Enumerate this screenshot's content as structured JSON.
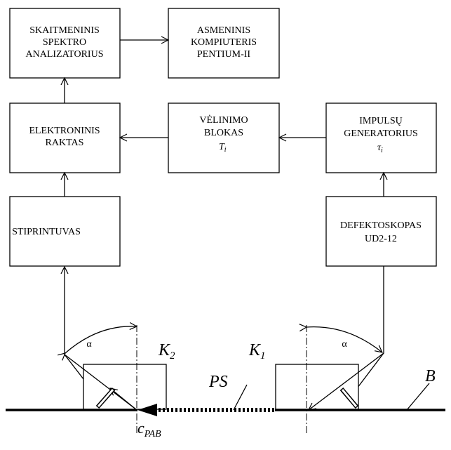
{
  "blocks": {
    "spectrum": [
      "SKAITMENINIS",
      "SPEKTRO",
      "ANALIZATORIUS"
    ],
    "computer": [
      "ASMENINIS",
      "KOMPIUTERIS",
      "PENTIUM-II"
    ],
    "switch": [
      "ELEKTRONINIS",
      "RAKTAS"
    ],
    "delay": [
      "VĖLINIMO",
      "BLOKAS",
      "T",
      "i"
    ],
    "generator": [
      "IMPULSŲ",
      "GENERATORIUS",
      "τ",
      "i"
    ],
    "amplifier": [
      "STIPRINTUVAS"
    ],
    "detector": [
      "DEFEKTOSKOPAS",
      "UD2-12"
    ]
  },
  "labels": {
    "alpha": "α",
    "k2": "K",
    "k2_sub": "2",
    "k1": "K",
    "k1_sub": "1",
    "ps": "PS",
    "b": "B",
    "c": "c",
    "c_sub": "PAB"
  }
}
